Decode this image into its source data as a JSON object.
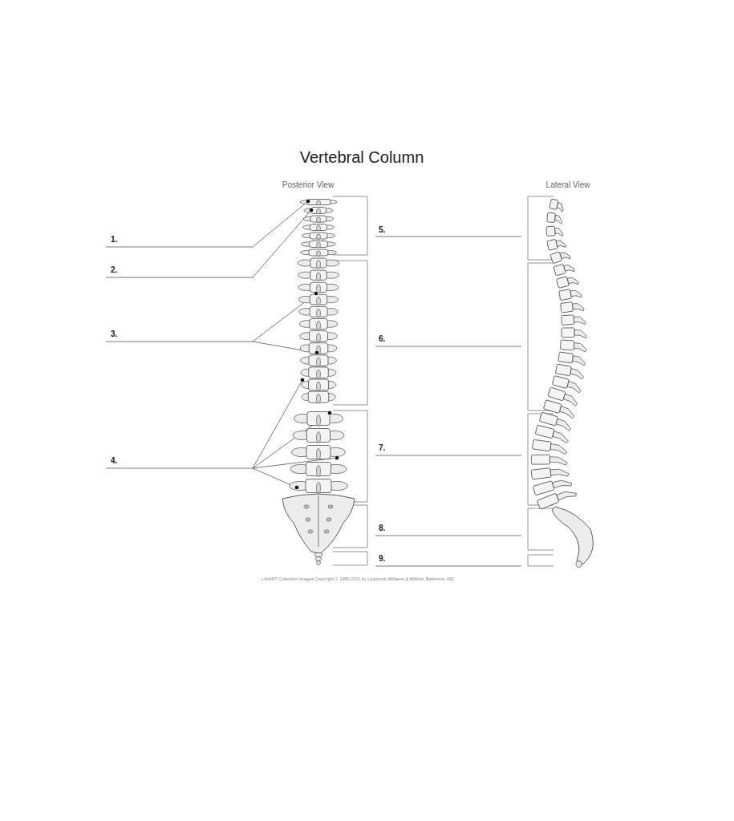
{
  "diagram": {
    "title": "Vertebral Column",
    "labels": [
      "Posterior View",
      "Lateral View",
      "1.",
      "5.",
      "2.",
      "3.",
      "6.",
      "4.",
      "7.",
      "8.",
      "9.",
      "LifeART Collection Images Copyright © 1989-2001 by Lippincott Williams & Wilkins, Baltimore, MD"
    ]
  }
}
